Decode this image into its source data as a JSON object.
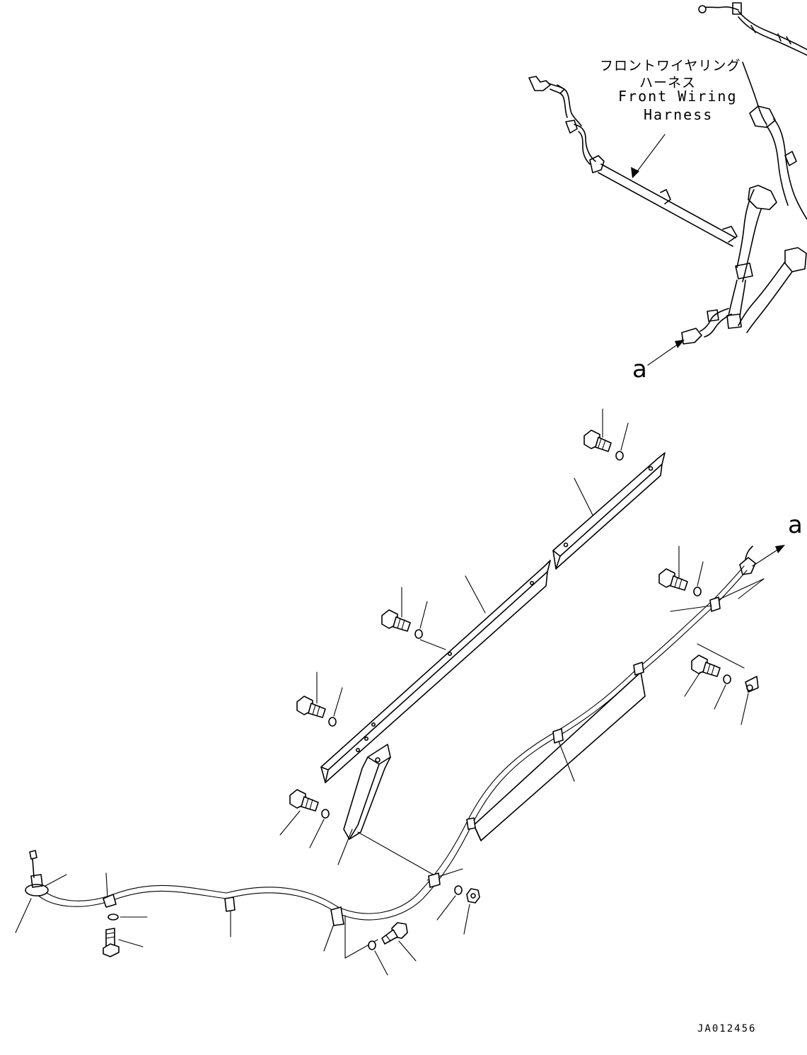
{
  "labels": {
    "harness_jp_line1": "フロントワイヤリング",
    "harness_jp_line2": "ハーネス",
    "harness_en_line1": "Front Wiring",
    "harness_en_line2": "Harness",
    "view_letter_top": "a",
    "view_letter_right": "a",
    "drawing_code": "JA012456"
  },
  "icons": {
    "bolt": "hex-bolt-icon",
    "washer": "washer-icon",
    "nut": "hex-nut-icon",
    "clip": "harness-clip-icon",
    "grommet": "grommet-icon"
  }
}
